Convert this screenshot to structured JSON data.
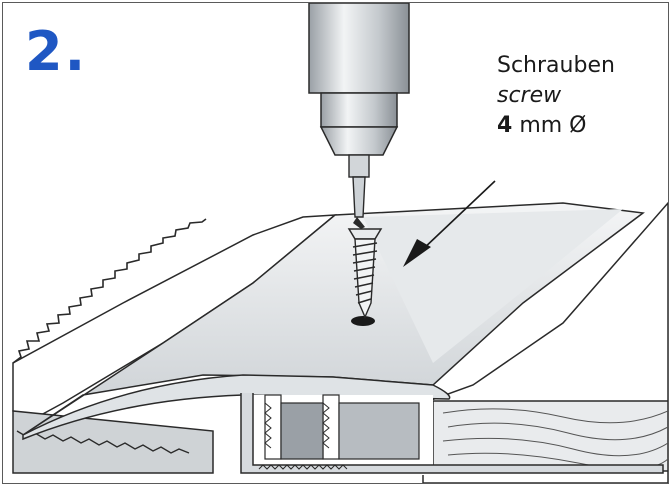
{
  "step": {
    "number": "2."
  },
  "label": {
    "german": "Schrauben",
    "english": "screw",
    "size_value": "4",
    "size_unit": "mm Ø"
  },
  "colors": {
    "step_number": "#1f57c3",
    "outline": "#2a2a2a",
    "metal_light": "#e9ecee",
    "metal_mid": "#c9ced2",
    "metal_dark": "#8e959b"
  }
}
